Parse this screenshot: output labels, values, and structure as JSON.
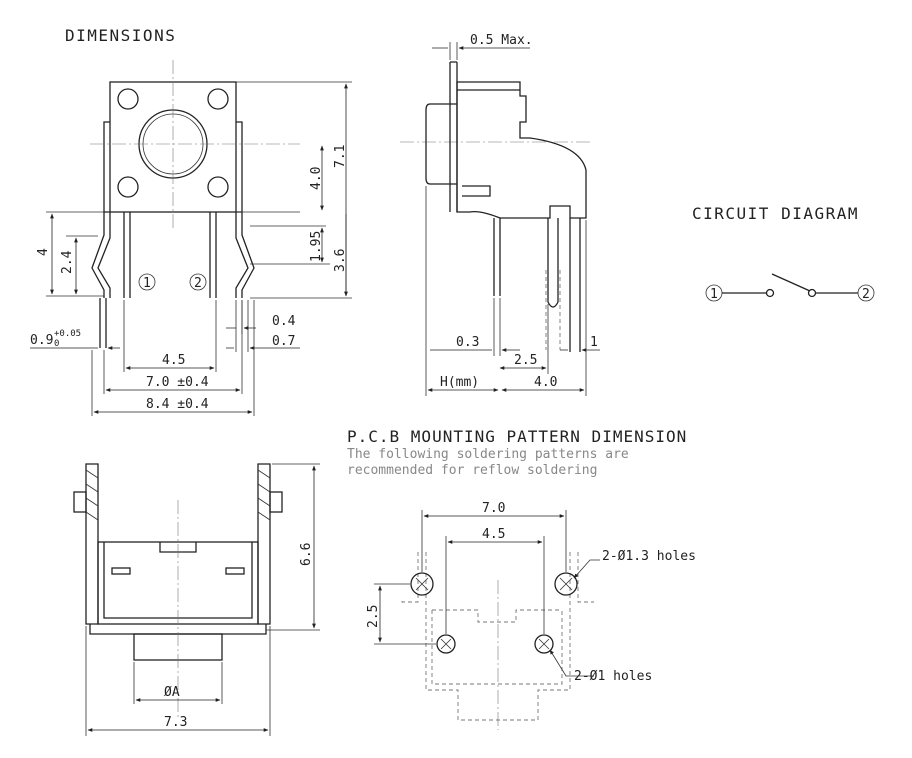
{
  "titles": {
    "dimensions": "DIMENSIONS",
    "circuit": "CIRCUIT DIAGRAM",
    "pcb": "P.C.B MOUNTING PATTERN DIMENSION"
  },
  "notes": {
    "line1": "The following soldering patterns are",
    "line2": "recommended for reflow soldering"
  },
  "front_view": {
    "d_7_1": "7.1",
    "d_4_0": "4.0",
    "d_1_95": "1.95",
    "d_3_6": "3.6",
    "d_4": "4",
    "d_2_4": "2.4",
    "pin1": "1",
    "pin2": "2",
    "d_0_4": "0.4",
    "d_0_7": "0.7",
    "d_0_9": "0.9",
    "tol_plus": "+0.05",
    "tol_zero": "0",
    "d_4_5": "4.5",
    "d_7_0": "7.0 ±0.4",
    "d_8_4": "8.4 ±0.4"
  },
  "side_view": {
    "d_0_5_max": "0.5 Max.",
    "d_0_3": "0.3",
    "d_2_5": "2.5",
    "d_1": "1",
    "h_mm": "H(mm)",
    "d_4_0": "4.0"
  },
  "bottom_view": {
    "d_6_6": "6.6",
    "phi_a": "ØA",
    "d_7_3": "7.3"
  },
  "circuit": {
    "t1": "1",
    "t2": "2"
  },
  "pcb": {
    "d_7_0": "7.0",
    "d_4_5": "4.5",
    "d_2_5": "2.5",
    "holes_13": "2-Ø1.3 holes",
    "holes_1": "2-Ø1 holes"
  }
}
